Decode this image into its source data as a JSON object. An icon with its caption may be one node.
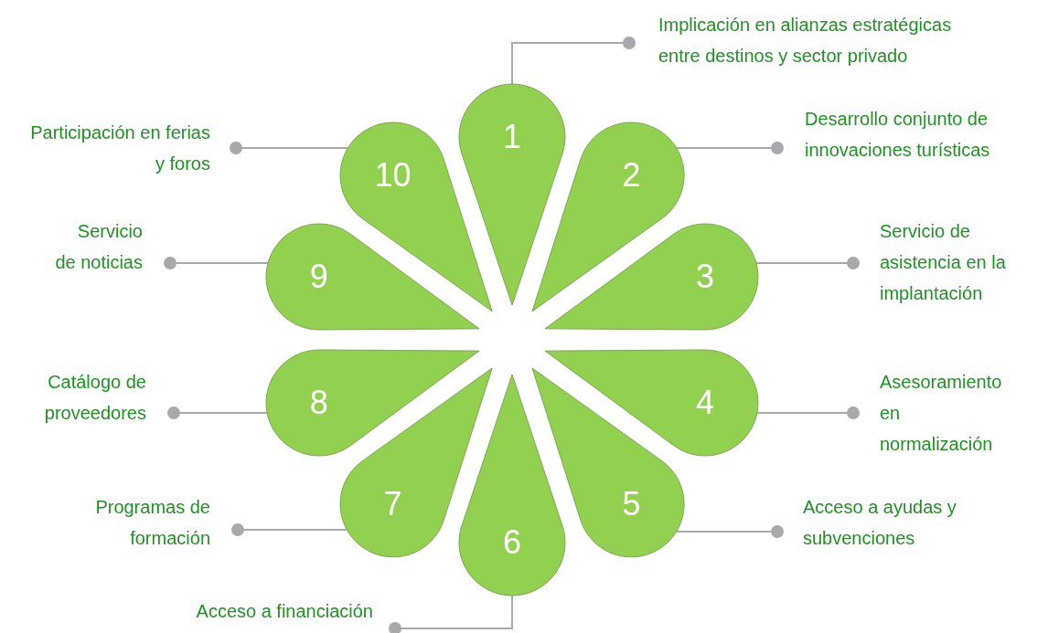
{
  "diagram": {
    "nodes": [
      {
        "text": [
          "1"
        ]
      },
      {
        "text": [
          "2"
        ]
      },
      {
        "text": [
          "3"
        ]
      },
      {
        "text": [
          "4"
        ]
      },
      {
        "text": [
          "5"
        ]
      },
      {
        "text": [
          "6"
        ]
      },
      {
        "text": [
          "7"
        ]
      },
      {
        "text": [
          "8"
        ]
      },
      {
        "text": [
          "9"
        ]
      },
      {
        "text": [
          "10"
        ]
      },
      {
        "text": [
          "Implicación en alianzas estratégicas entre destinos y sector privado"
        ]
      },
      {
        "text": [
          "Desarrollo conjunto de innovaciones turísticas"
        ]
      },
      {
        "text": [
          "Servicio de asistencia en la implantación"
        ]
      },
      {
        "text": [
          "Asesoramiento en normalización"
        ]
      },
      {
        "text": [
          "Acceso a ayudas y subvenciones"
        ]
      },
      {
        "text": [
          "Acceso a financiación"
        ]
      },
      {
        "text": [
          "Programas de formación"
        ]
      },
      {
        "text": [
          "Catálogo de proveedores"
        ]
      },
      {
        "text": [
          "Servicio de noticias"
        ]
      },
      {
        "text": [
          "Participación en ferias y foros"
        ]
      }
    ],
    "edges": [
      {
        "from": 10,
        "to": 0,
        "arrow": "other"
      },
      {
        "from": 11,
        "to": 1,
        "arrow": "other"
      },
      {
        "from": 12,
        "to": 2,
        "arrow": "other"
      },
      {
        "from": 13,
        "to": 3,
        "arrow": "other"
      },
      {
        "from": 14,
        "to": 4,
        "arrow": "other"
      },
      {
        "from": 15,
        "to": 5,
        "arrow": "other"
      },
      {
        "from": 16,
        "to": 6,
        "arrow": "other"
      },
      {
        "from": 17,
        "to": 7,
        "arrow": "other"
      },
      {
        "from": 18,
        "to": 8,
        "arrow": "other"
      },
      {
        "from": 19,
        "to": 9,
        "arrow": "other"
      }
    ]
  }
}
